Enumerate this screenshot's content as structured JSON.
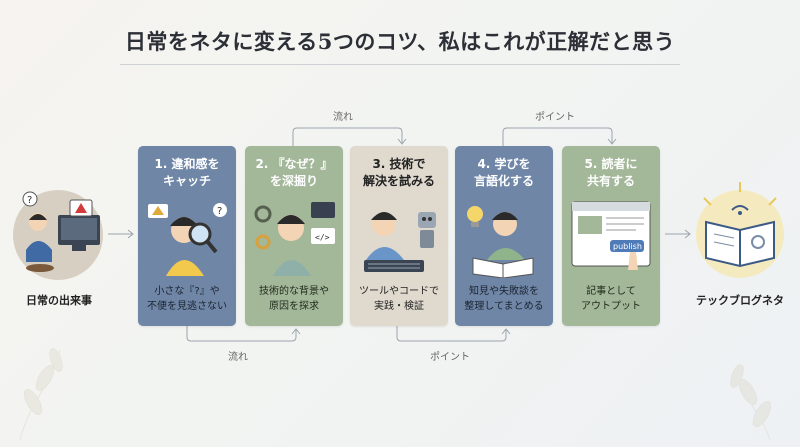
{
  "title": "日常をネタに変える5つのコツ、私はこれが正解だと思う",
  "left_label": "日常の出来事",
  "right_label": "テックブログネタ",
  "connectors": {
    "top_1": "流れ",
    "top_2": "ポイント",
    "bottom_1": "流れ",
    "bottom_2": "ポイント"
  },
  "steps": [
    {
      "title": "1. 違和感を\nキャッチ",
      "desc": "小さな『?』や\n不便を見逃さない",
      "color": "#6f86a7"
    },
    {
      "title": "2. 『なぜ？』\nを深掘り",
      "desc": "技術的な背景や\n原因を探求",
      "color": "#a3b799"
    },
    {
      "title": "3. 技術で\n解決を試みる",
      "desc": "ツールやコードで\n実践・検証",
      "color": "#dfd9ce"
    },
    {
      "title": "4. 学びを\n言語化する",
      "desc": "知見や失敗談を\n整理してまとめる",
      "color": "#6f86a7"
    },
    {
      "title": "5. 読者に\n共有する",
      "desc": "記事として\nアウトプット",
      "color": "#a3b799"
    }
  ],
  "illustration_text": {
    "publish": "publish"
  },
  "icons": [
    "warning-icon",
    "question-icon",
    "magnifier-icon",
    "gear-icon",
    "code-window-icon",
    "robot-icon",
    "keyboard-icon",
    "lightbulb-icon",
    "notebook-icon",
    "browser-window-icon",
    "open-book-icon"
  ]
}
